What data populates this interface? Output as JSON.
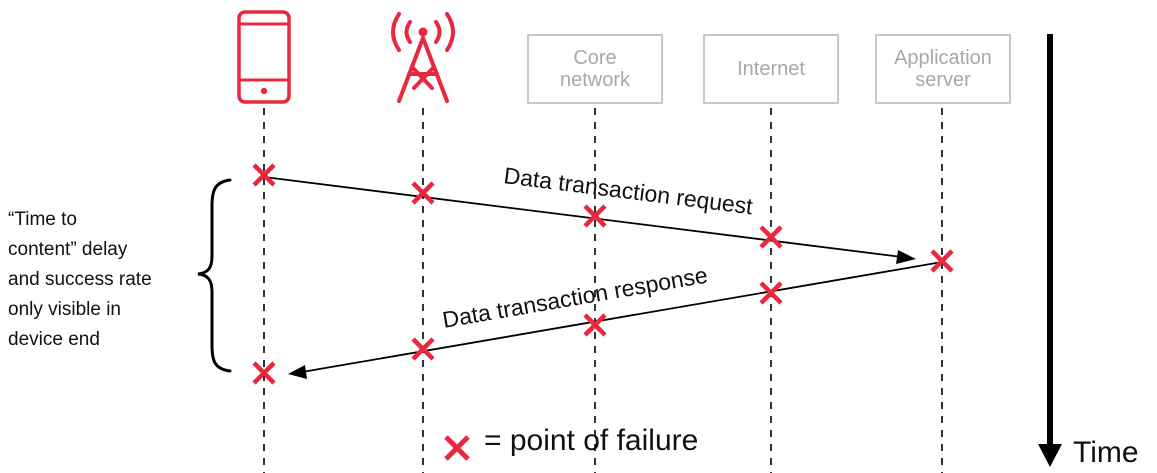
{
  "actors": [
    {
      "id": "device",
      "kind": "icon",
      "icon": "mobile-phone-icon",
      "label": ""
    },
    {
      "id": "base-station",
      "kind": "icon",
      "icon": "cell-tower-icon",
      "label": ""
    },
    {
      "id": "core-network",
      "kind": "box",
      "label": "Core\nnetwork"
    },
    {
      "id": "internet",
      "kind": "box",
      "label": "Internet"
    },
    {
      "id": "application-server",
      "kind": "box",
      "label": "Application\nserver"
    }
  ],
  "messages": {
    "request": "Data transaction request",
    "response": "Data transaction response"
  },
  "side_note": "“Time to\ncontent” delay\nand success rate\nonly visible in\ndevice end",
  "legend": {
    "marker_icon": "red-cross-icon",
    "text": "= point of failure"
  },
  "time_axis_label": "Time",
  "colors": {
    "accent_red": "#e8283f",
    "box_border": "#c9c9c9",
    "box_text": "#a8a8a8",
    "text": "#111111",
    "lines": "#000000"
  }
}
